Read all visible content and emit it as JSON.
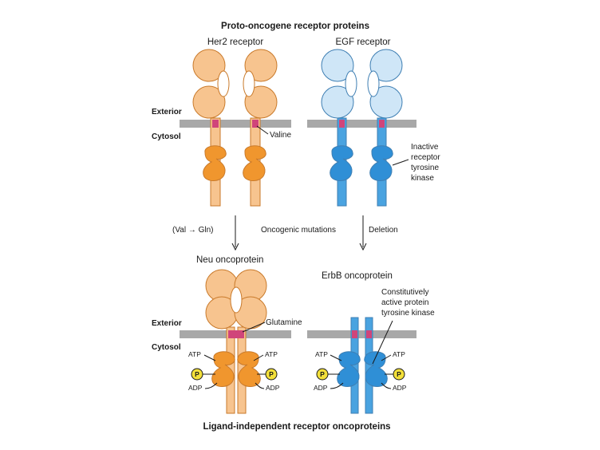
{
  "title": "Proto-oncogene receptor proteins",
  "footer": "Ligand-independent receptor oncoproteins",
  "membrane": {
    "exterior": "Exterior",
    "cytosol": "Cytosol"
  },
  "top": {
    "her2_label": "Her2 receptor",
    "egf_label": "EGF receptor",
    "valine_label": "Valine",
    "inactive_kinase_label": [
      "Inactive",
      "receptor",
      "tyrosine",
      "kinase"
    ]
  },
  "mutations": {
    "val_gln": "(Val → Gln)",
    "oncogenic": "Oncogenic mutations",
    "deletion": "Deletion"
  },
  "bottom": {
    "neu_label": "Neu oncoprotein",
    "erbb_label": "ErbB oncoprotein",
    "glutamine_label": "Glutamine",
    "active_kinase_label": [
      "Constitutively",
      "active protein",
      "tyrosine kinase"
    ],
    "atp": "ATP",
    "adp": "ADP",
    "phosphate": "P"
  },
  "colors": {
    "her2_fill": "#f7c48f",
    "her2_dark": "#f0962e",
    "her2_stroke": "#c97a2b",
    "egf_fill": "#cfe6f7",
    "egf_dark": "#2f8fd6",
    "egf_stroke": "#3f7fb3",
    "membrane": "#a8a8a8",
    "tm_segment": "#d0457a",
    "phosphate": "#f3e03a"
  }
}
